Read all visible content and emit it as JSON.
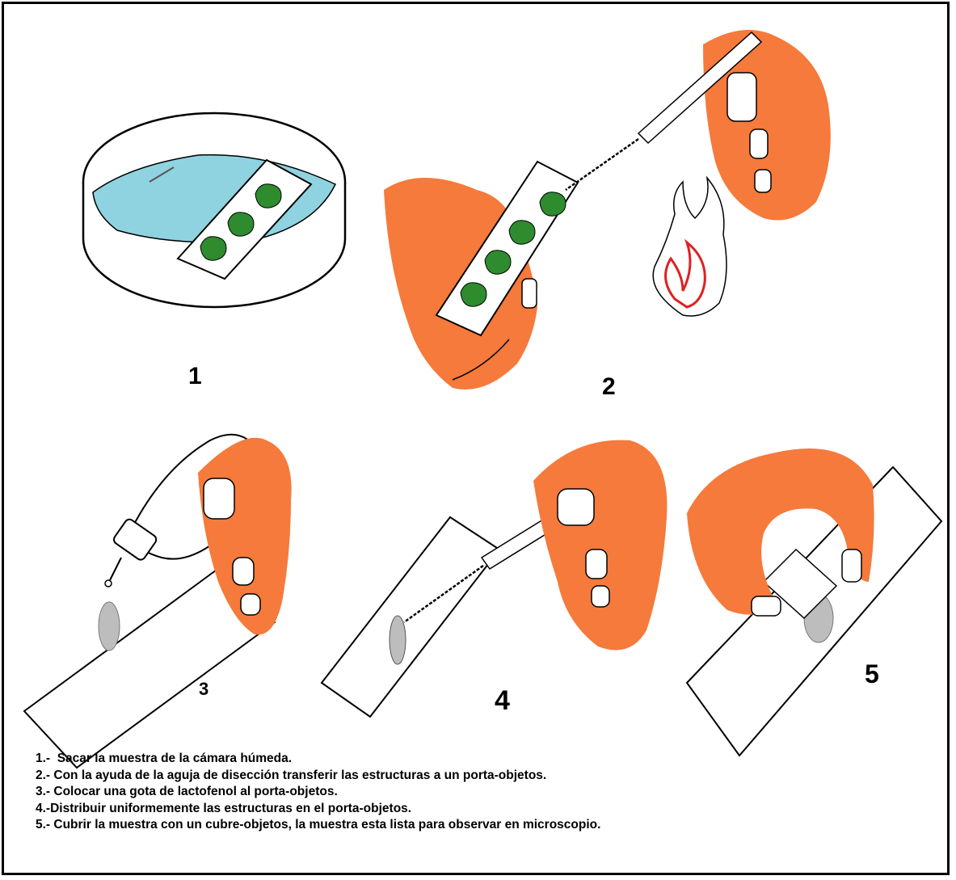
{
  "step_numbers": [
    "1",
    "2",
    "3",
    "4",
    "5"
  ],
  "instructions": [
    "1.-  Sacar la muestra de la cámara húmeda.",
    "2.- Con la ayuda de la aguja de disección transferir las estructuras a un porta-objetos.",
    "3.- Colocar una gota de lactofenol al porta-objetos.",
    "4.-Distribuir uniformemente las estructuras en el porta-objetos.",
    "5.- Cubrir la muestra con un cubre-objetos, la muestra esta lista para observar en microscopio."
  ],
  "colors": {
    "skin": "#f57a3b",
    "sample_green": "#2e8b2e",
    "petri_liquid": "#8fd3e0",
    "flame_red": "#e02020",
    "drop_gray": "#bdbdbd"
  },
  "icons": [
    "petri-dish-icon",
    "slide-icon",
    "hand-icon",
    "dissection-needle-icon",
    "flame-icon",
    "dropper-bottle-icon",
    "cover-slip-icon"
  ]
}
